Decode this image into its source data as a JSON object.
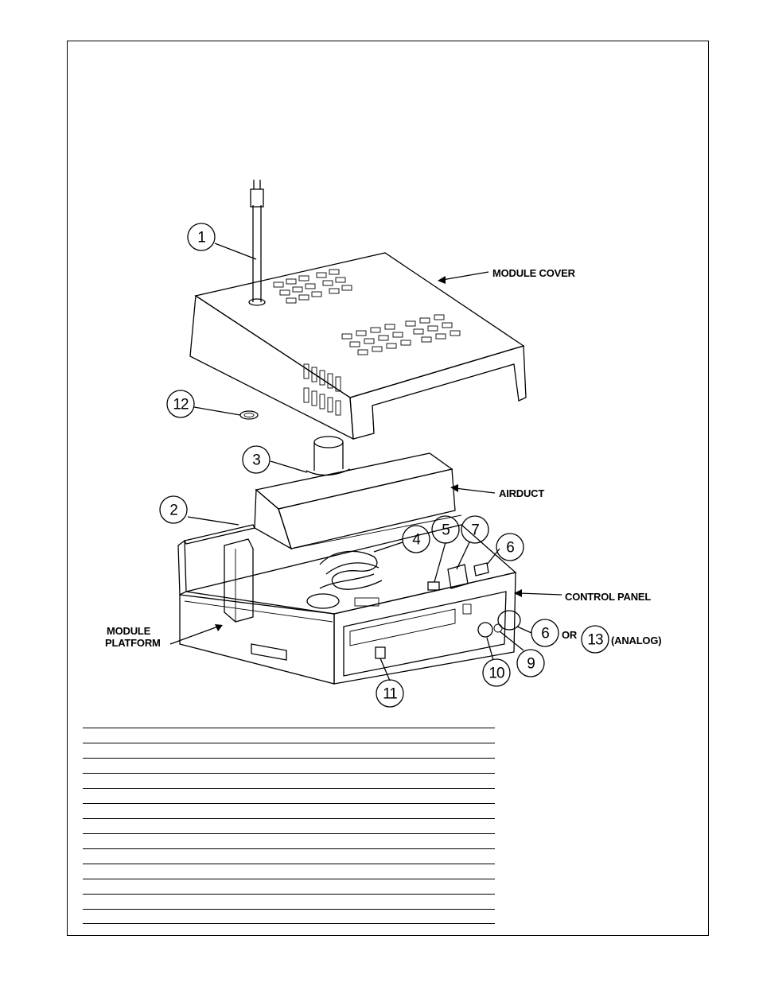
{
  "labels": {
    "module_cover": "MODULE COVER",
    "airduct": "AIRDUCT",
    "control_panel": "CONTROL PANEL",
    "module_platform_line1": "MODULE",
    "module_platform_line2": "PLATFORM",
    "or_text": "OR",
    "analog_text": "(ANALOG)"
  },
  "callouts": {
    "c1": "1",
    "c2": "2",
    "c3": "3",
    "c4": "4",
    "c5": "5",
    "c6a": "6",
    "c6b": "6",
    "c7": "7",
    "c9": "9",
    "c10": "10",
    "c11": "11",
    "c12": "12",
    "c13": "13"
  },
  "parts_table": {
    "row_count": 14
  }
}
